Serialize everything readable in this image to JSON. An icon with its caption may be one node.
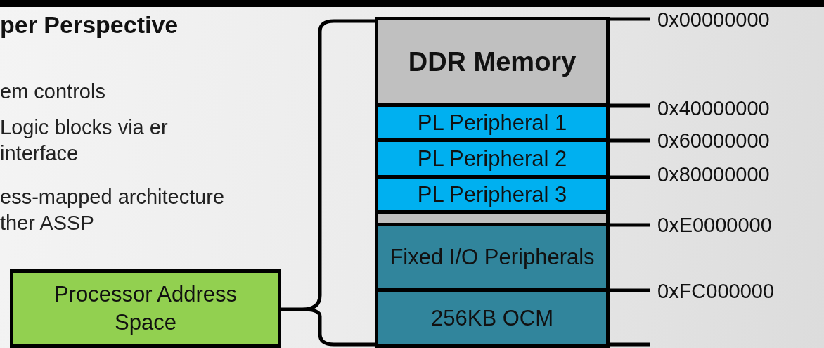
{
  "diagram": {
    "title": "per Perspective",
    "nodes": [
      {
        "text": [
          "Processor Address Space"
        ]
      },
      {
        "text": [
          "DDR Memory"
        ]
      },
      {
        "text": [
          "PL Peripheral 1"
        ]
      },
      {
        "text": [
          "PL Peripheral 2"
        ]
      },
      {
        "text": [
          "PL Peripheral 3"
        ]
      },
      {
        "text": [],
        "shape": "bar"
      },
      {
        "text": [
          "Fixed I/O Peripherals"
        ]
      },
      {
        "text": [
          "256KB OCM"
        ]
      }
    ],
    "edges": [],
    "labels": [
      "em controls",
      "Logic blocks via er interface",
      "ess-mapped architecture ther ASSP",
      "0x00000000",
      "0x40000000",
      "0x60000000",
      "0x80000000",
      "0xE0000000",
      "0xFC000000"
    ]
  }
}
